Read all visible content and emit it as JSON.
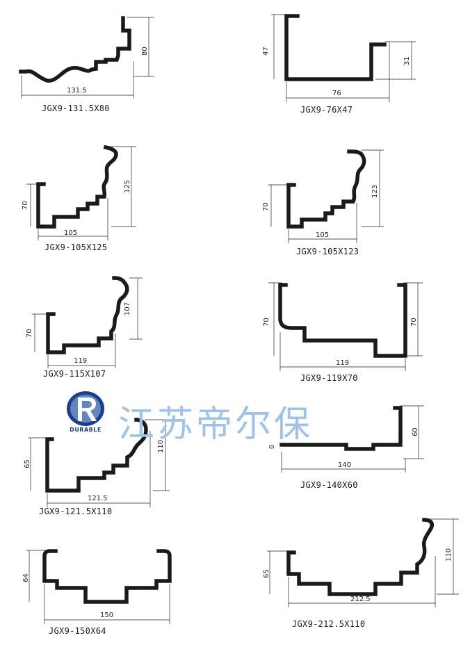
{
  "profiles": [
    {
      "id": "p1",
      "label": "JGX9-131.5X80",
      "width_dim": "131.5",
      "height_dims": [
        "80"
      ]
    },
    {
      "id": "p2",
      "label": "JGX9-76X47",
      "width_dim": "76",
      "height_dims": [
        "47",
        "31"
      ]
    },
    {
      "id": "p3",
      "label": "JGX9-105X125",
      "width_dim": "105",
      "height_dims": [
        "70",
        "125"
      ]
    },
    {
      "id": "p4",
      "label": "JGX9-105X123",
      "width_dim": "105",
      "height_dims": [
        "70",
        "123"
      ]
    },
    {
      "id": "p5",
      "label": "JGX9-115X107",
      "width_dim": "119",
      "height_dims": [
        "70",
        "107"
      ]
    },
    {
      "id": "p6",
      "label": "JGX9-119X70",
      "width_dim": "119",
      "height_dims": [
        "70",
        "70"
      ]
    },
    {
      "id": "p7",
      "label": "JGX9-121.5X110",
      "width_dim": "121.5",
      "height_dims": [
        "65",
        "110"
      ]
    },
    {
      "id": "p8",
      "label": "JGX9-140X60",
      "width_dim": "140",
      "height_dims": [
        "60",
        "0"
      ]
    },
    {
      "id": "p9",
      "label": "JGX9-150X64",
      "width_dim": "150",
      "height_dims": [
        "64"
      ]
    },
    {
      "id": "p10",
      "label": "JGX9-212.5X110",
      "width_dim": "212.5",
      "height_dims": [
        "65",
        "110"
      ]
    }
  ],
  "watermark": {
    "company_name": "江苏帝尔保",
    "logo_text": "DURABLE",
    "logo_colors": {
      "blue": "#1a3f8f",
      "light": "#9ec3ea"
    }
  }
}
